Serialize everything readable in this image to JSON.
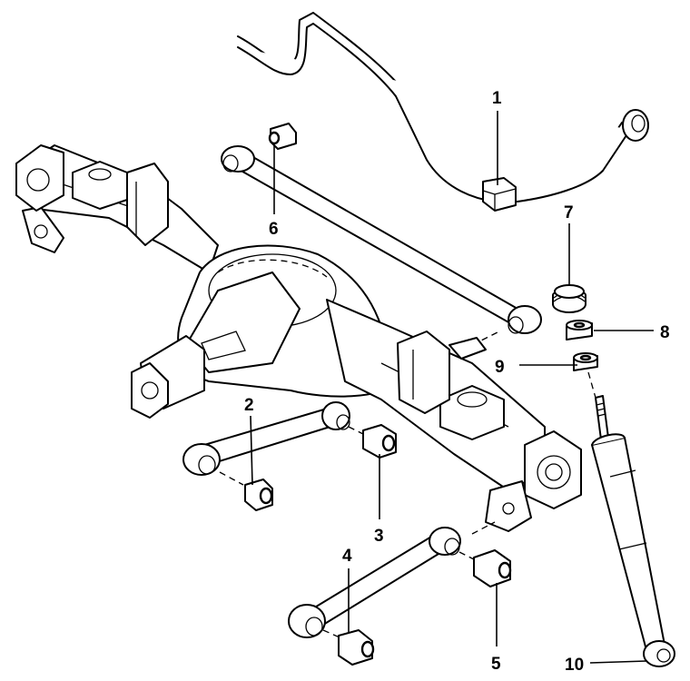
{
  "diagram": {
    "type": "exploded-parts",
    "line_color": "#000000",
    "background": "#ffffff",
    "callouts": [
      {
        "id": "1",
        "label": "1"
      },
      {
        "id": "2",
        "label": "2"
      },
      {
        "id": "3",
        "label": "3"
      },
      {
        "id": "4",
        "label": "4"
      },
      {
        "id": "5",
        "label": "5"
      },
      {
        "id": "6",
        "label": "6"
      },
      {
        "id": "7",
        "label": "7"
      },
      {
        "id": "8",
        "label": "8"
      },
      {
        "id": "9",
        "label": "9"
      },
      {
        "id": "10",
        "label": "10"
      }
    ]
  }
}
